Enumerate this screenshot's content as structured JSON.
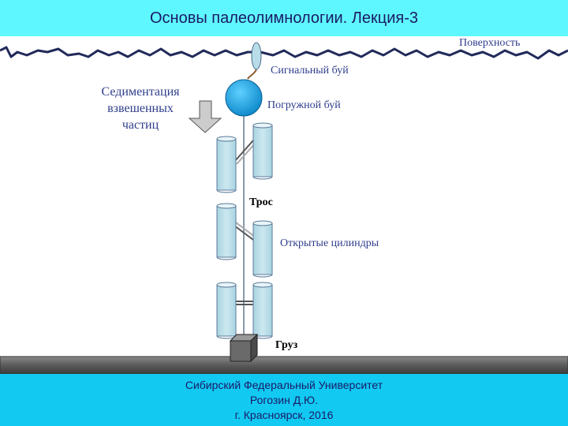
{
  "header": {
    "title": "Основы палеолимнологии. Лекция-3"
  },
  "diagram": {
    "surface_label": "Поверхность",
    "signal_buoy_label": "Сигнальный буй",
    "submerged_buoy_label": "Погружной буй",
    "sedimentation_lines": [
      "Седиментация",
      "взвешенных",
      "частиц"
    ],
    "rope_label": "Трос",
    "cylinders_label": "Открытые цилиндры",
    "weight_label": "Груз"
  },
  "footer": {
    "line1": "Сибирский Федеральный Университет",
    "line2": "Рогозин Д.Ю.",
    "line3": "г. Красноярск, 2016"
  },
  "colors": {
    "header_bg": "#5ff7ff",
    "footer_bg": "#12c9f2",
    "cylinder_fill": "#b8dde8",
    "buoy_fill": "#12a8e8",
    "label_color": "#2f3d8c"
  }
}
